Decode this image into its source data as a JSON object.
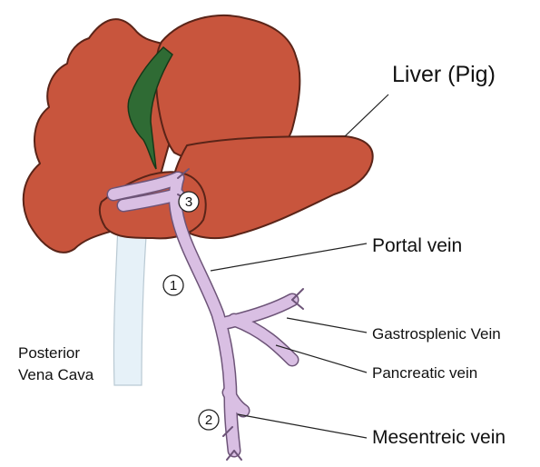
{
  "labels": {
    "liver": "Liver (Pig)",
    "portal_vein": "Portal vein",
    "gastrosplenic_vein": "Gastrosplenic Vein",
    "pancreatic_vein": "Pancreatic vein",
    "mesenteric_vein": "Mesentreic vein",
    "vena_cava_line1": "Posterior",
    "vena_cava_line2": "Vena Cava"
  },
  "markers": {
    "m1": "1",
    "m2": "2",
    "m3": "3"
  },
  "colors": {
    "liver": "#c8553d",
    "liver_outline": "#5a2418",
    "gallbladder": "#2f6b34",
    "vein": "#d9bfe3",
    "vein_outline": "#6d5478",
    "vena_cava": "#e6f1f8"
  }
}
